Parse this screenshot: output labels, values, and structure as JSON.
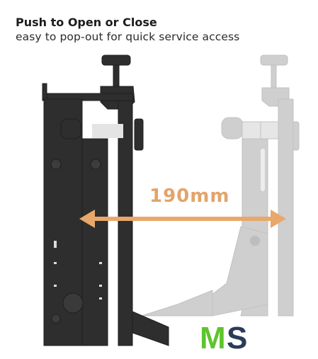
{
  "heading": "Push to Open or Close",
  "subheading": "easy to pop-out for quick service access",
  "measurement": "190mm",
  "logo_text": "MS",
  "colors": {
    "arrow": "#e8a86b",
    "measurement_text": "#e3a46a",
    "mount_dark": "#2e2e2e",
    "mount_light": "#cfcfcf",
    "logo_green": "#5ec42c",
    "logo_navy": "#2b3b5a"
  }
}
